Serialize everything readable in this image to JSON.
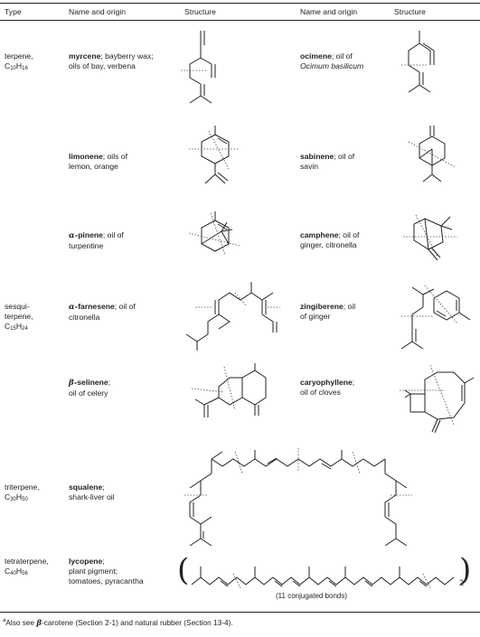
{
  "header": {
    "type": "Type",
    "name_origin": "Name and origin",
    "structure": "Structure"
  },
  "types": {
    "terpene": {
      "line1": "terpene,",
      "formula_prefix": "C",
      "n1": "10",
      "h": "H",
      "n2": "16"
    },
    "sesquiterpene": {
      "line1": "sesqui-",
      "line2": "terpene,",
      "formula_prefix": "C",
      "n1": "15",
      "h": "H",
      "n2": "24"
    },
    "triterpene": {
      "line1": "triterpene,",
      "formula_prefix": "C",
      "n1": "30",
      "h": "H",
      "n2": "50"
    },
    "tetraterpene": {
      "line1": "tetraterpene,",
      "formula_prefix": "C",
      "n1": "40",
      "h": "H",
      "n2": "56"
    }
  },
  "compounds": {
    "myrcene": {
      "name": "myrcene",
      "origin_a": "; bayberry wax;",
      "origin_b": "oils of bay, verbena"
    },
    "ocimene": {
      "name": "ocimene",
      "origin_a": "; oil of",
      "origin_b": "Ocimum basilicum"
    },
    "limonene": {
      "name": "limonene",
      "origin_a": "; oils of",
      "origin_b": "lemon, orange"
    },
    "sabinene": {
      "name": "sabinene",
      "origin_a": "; oil of",
      "origin_b": "savin"
    },
    "pinene": {
      "prefix": "α-",
      "name": "pinene",
      "origin_a": "; oil of",
      "origin_b": "turpentine"
    },
    "camphene": {
      "name": "camphene",
      "origin_a": "; oil of",
      "origin_b": "ginger, citronella"
    },
    "farnesene": {
      "prefix": "α-",
      "name": "farnesene",
      "origin_a": "; oil of",
      "origin_b": "citronella"
    },
    "zingiberene": {
      "name": "zingiberene",
      "origin_a": "; oil",
      "origin_b": "of ginger"
    },
    "selinene": {
      "prefix": "β-",
      "name": "selinene",
      "origin_a": ";",
      "origin_b": "oil of celery"
    },
    "caryophyllene": {
      "name": "caryophyllene",
      "origin_a": ";",
      "origin_b": "oil of cloves"
    },
    "squalene": {
      "name": "squalene",
      "origin_a": ";",
      "origin_b": "shark-liver oil"
    },
    "lycopene": {
      "name": "lycopene",
      "origin_a": ";",
      "origin_b": "plant pigment;",
      "origin_c": "tomatoes, pyracantha"
    }
  },
  "lycopene_note": "(11 conjugated bonds)",
  "lycopene_subscript": "2",
  "footnote": {
    "marker": "a",
    "text_a": "Also see ",
    "greek": "β",
    "text_b": "-carotene (Section 2-1) and natural rubber (Section 13-4)."
  }
}
